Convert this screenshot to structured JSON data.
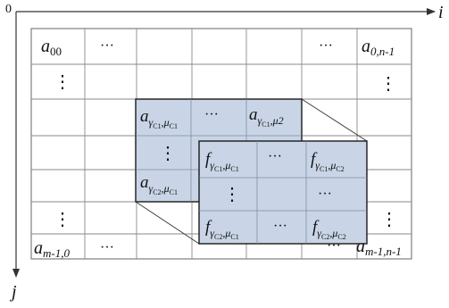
{
  "axes": {
    "origin": "0",
    "x_label": "i",
    "y_label": "j"
  },
  "outer_matrix": {
    "top_left": {
      "base": "a",
      "sub": "00"
    },
    "top_right": {
      "base": "a",
      "sub": "0,n-1"
    },
    "bottom_left": {
      "base": "a",
      "sub": "m-1,0"
    },
    "bottom_right": {
      "base": "a",
      "sub": "m-1,n-1"
    },
    "hdots": "···",
    "vdots": "⋮"
  },
  "middle_block": {
    "top_left": {
      "base": "a",
      "sub1": "γ",
      "sub1_sub": "C1",
      "sep": ",",
      "sub2": "μ",
      "sub2_sub": "C1"
    },
    "top_right": {
      "base": "a",
      "sub1": "γ",
      "sub1_sub": "C1",
      "sep": ",",
      "sub2": "μ2",
      "sub2_sub": ""
    },
    "bottom_left": {
      "base": "a",
      "sub1": "γ",
      "sub1_sub": "C2",
      "sep": ",",
      "sub2": "μ",
      "sub2_sub": "C1"
    }
  },
  "front_block": {
    "r1c1": {
      "base": "f",
      "sub1": "γ",
      "sub1_sub": "C1",
      "sep": ",",
      "sub2": "μ",
      "sub2_sub": "C1"
    },
    "r1c3": {
      "base": "f",
      "sub1": "γ",
      "sub1_sub": "C1",
      "sep": ",",
      "sub2": "μ",
      "sub2_sub": "C2"
    },
    "r3c1": {
      "base": "f",
      "sub1": "γ",
      "sub1_sub": "C2",
      "sep": ",",
      "sub2": "μ",
      "sub2_sub": "C1"
    },
    "r3c3": {
      "base": "f",
      "sub1": "γ",
      "sub1_sub": "C2",
      "sep": ",",
      "sub2": "μ",
      "sub2_sub": "C2"
    }
  },
  "colors": {
    "grid_line": "#8a8a8a",
    "block_fill": "#c9d5e6",
    "block_stroke": "#1a1a1a",
    "axis": "#333333"
  }
}
